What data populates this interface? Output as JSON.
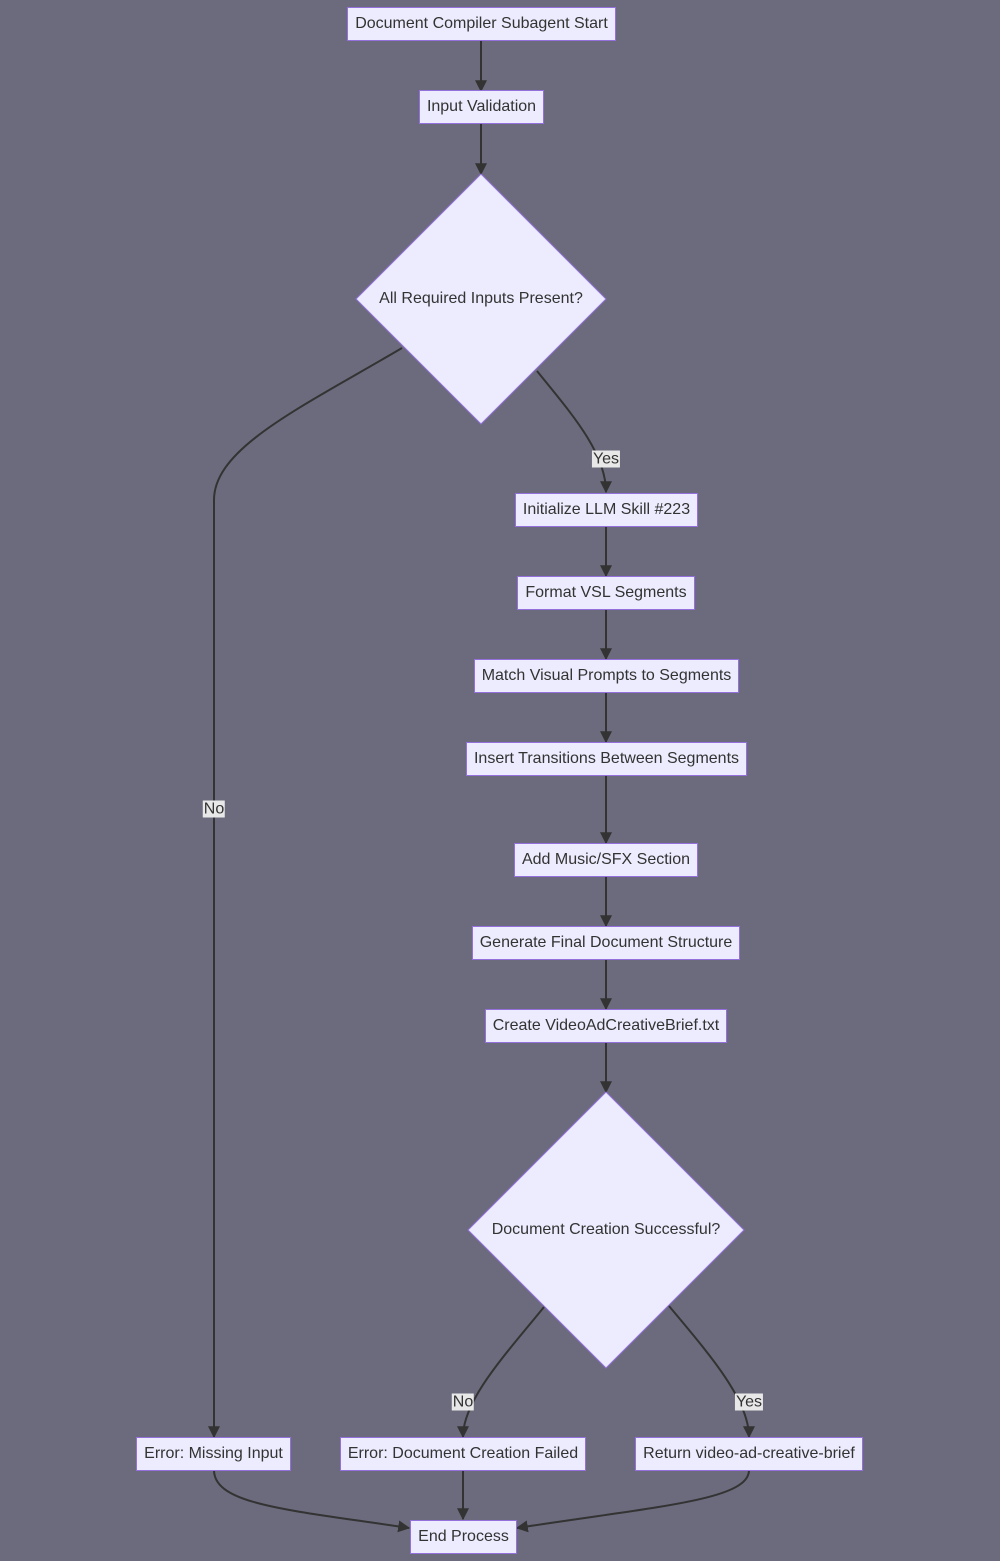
{
  "nodes": {
    "start": "Document Compiler Subagent Start",
    "validate": "Input Validation",
    "decision1": "All Required Inputs Present?",
    "init": "Initialize LLM Skill #223",
    "format": "Format VSL Segments",
    "match": "Match Visual Prompts to Segments",
    "transitions": "Insert Transitions Between Segments",
    "music": "Add Music/SFX Section",
    "generate": "Generate Final Document Structure",
    "create": "Create VideoAdCreativeBrief.txt",
    "decision2": "Document Creation Successful?",
    "err_missing": "Error: Missing Input",
    "err_failed": "Error: Document Creation Failed",
    "return_brief": "Return video-ad-creative-brief",
    "end": "End Process"
  },
  "edge_labels": {
    "d1_no": "No",
    "d1_yes": "Yes",
    "d2_no": "No",
    "d2_yes": "Yes"
  },
  "colors": {
    "background": "#6b6b7d",
    "node_fill": "#ececfe",
    "node_border": "#9370db",
    "edge": "#333333",
    "edge_label_bg": "#e8e8e8"
  }
}
